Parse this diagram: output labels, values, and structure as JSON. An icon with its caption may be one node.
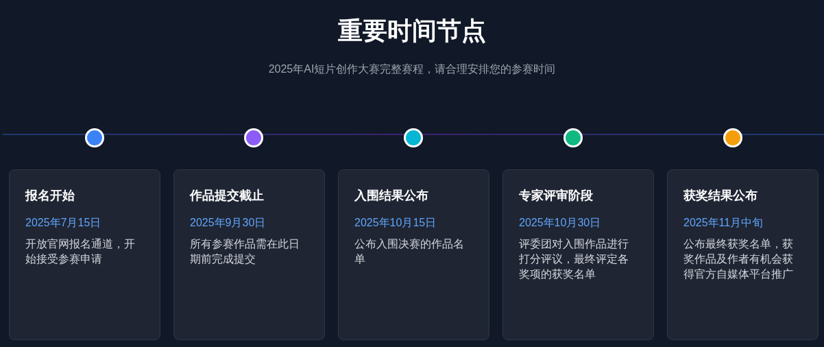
{
  "diagram": {
    "title": "重要时间节点",
    "nodes": [
      {
        "text": [],
        "shape": "circle"
      },
      {
        "text": [],
        "shape": "circle"
      },
      {
        "text": [],
        "shape": "circle"
      },
      {
        "text": [],
        "shape": "circle"
      },
      {
        "text": [],
        "shape": "circle"
      },
      {
        "text": [
          "报名开始",
          "2025年7月15日",
          "开放官网报名通道，开始接受参赛申请"
        ]
      },
      {
        "text": [
          "作品提交截止",
          "2025年9月30日",
          "所有参赛作品需在此日期前完成提交"
        ]
      },
      {
        "text": [
          "入围结果公布",
          "2025年10月15日",
          "公布入围决赛的作品名单"
        ]
      },
      {
        "text": [
          "专家评审阶段",
          "2025年10月30日",
          "评委团对入围作品进行打分评议，最终评定各奖项的获奖名单"
        ]
      },
      {
        "text": [
          "获奖结果公布",
          "2025年11月中旬",
          "公布最终获奖名单，获奖作品及作者有机会获得官方自媒体平台推广"
        ]
      }
    ],
    "labels": [
      "2025年AI短片创作大赛完整赛程，请合理安排您的参赛时间"
    ]
  }
}
